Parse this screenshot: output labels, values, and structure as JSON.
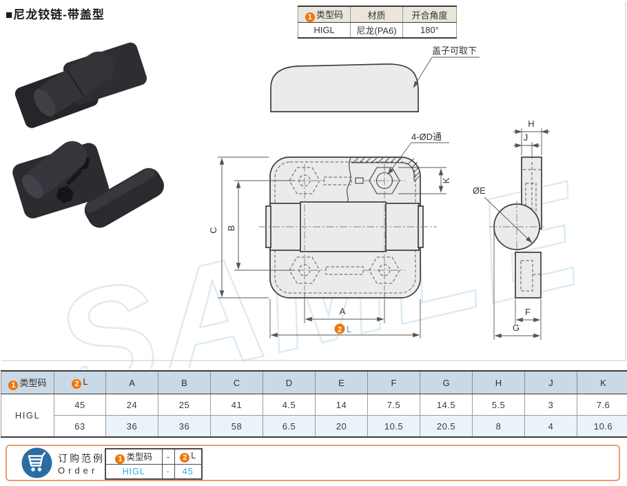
{
  "page": {
    "title": "■尼龙铰链-带盖型"
  },
  "badges": {
    "one": "1",
    "two": "2"
  },
  "watermark": "SAMLE",
  "spec_table": {
    "header_code": "类型码",
    "header_material": "材质",
    "header_angle": "开合角度",
    "code": "HIGL",
    "material": "尼龙(PA6)",
    "angle": "180°"
  },
  "drawing": {
    "cover_note": "盖子可取下",
    "hole_label": "4-ØD通",
    "dia_label": "ØE",
    "dim_A": "A",
    "dim_B": "B",
    "dim_C": "C",
    "dim_F": "F",
    "dim_G": "G",
    "dim_H": "H",
    "dim_J": "J",
    "dim_K": "K",
    "dim_L": "L"
  },
  "dim_table": {
    "header_code": "类型码",
    "header_L": "L",
    "dim_headers": [
      "A",
      "B",
      "C",
      "D",
      "E",
      "F",
      "G",
      "H",
      "J",
      "K"
    ],
    "code": "HIGL",
    "rows": [
      {
        "L": "45",
        "values": [
          "24",
          "25",
          "41",
          "4.5",
          "14",
          "7.5",
          "14.5",
          "5.5",
          "3",
          "7.6"
        ]
      },
      {
        "L": "63",
        "values": [
          "36",
          "36",
          "58",
          "6.5",
          "20",
          "10.5",
          "20.5",
          "8",
          "4",
          "10.6"
        ]
      }
    ]
  },
  "order": {
    "title_cn": "订购范例",
    "title_en": "Order",
    "header_code": "类型码",
    "header_sep": "-",
    "header_L": "L",
    "row_code": "HIGL",
    "row_sep": "-",
    "row_L": "45"
  },
  "colors": {
    "accent_orange": "#F07505",
    "link_blue": "#29A9E0",
    "table_header_bg": "#CAD9E6",
    "row_alt_bg": "#EAF3F9",
    "spec_header_bg": "#EBE6DB",
    "order_border": "#EC9B72",
    "cart_blue": "#2B6CA3"
  }
}
